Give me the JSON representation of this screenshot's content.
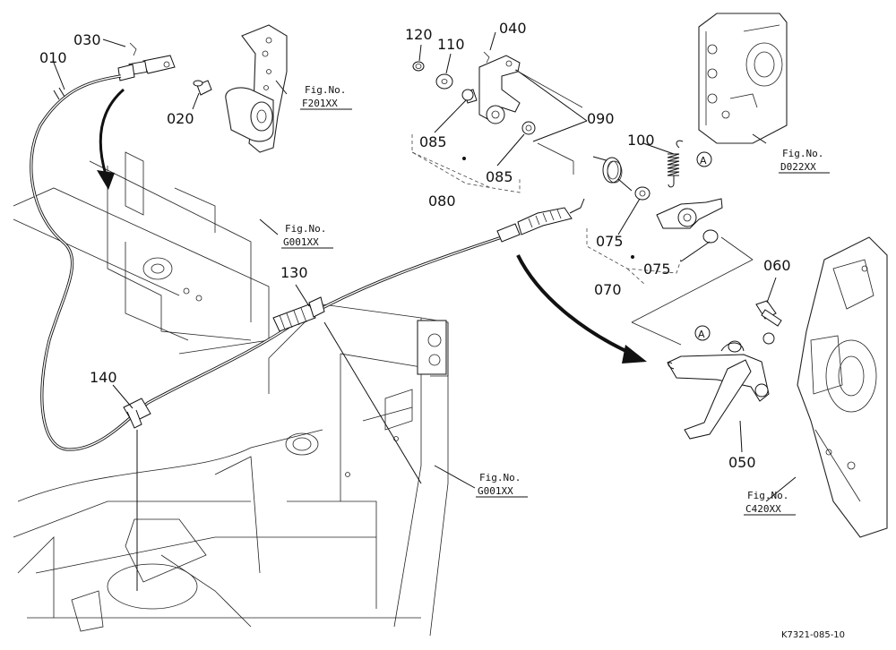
{
  "diagram": {
    "part_numbers": {
      "p010": "010",
      "p020": "020",
      "p030": "030",
      "p040": "040",
      "p050": "050",
      "p060": "060",
      "p070": "070",
      "p075a": "075",
      "p075b": "075",
      "p080": "080",
      "p085a": "085",
      "p085b": "085",
      "p090": "090",
      "p100": "100",
      "p110": "110",
      "p120": "120",
      "p130": "130",
      "p140": "140"
    },
    "figure_refs": {
      "f201": [
        "Fig.No.",
        "F201XX"
      ],
      "g001_top": [
        "Fig.No.",
        "G001XX"
      ],
      "g001_bottom": [
        "Fig.No.",
        "G001XX"
      ],
      "d022": [
        "Fig.No.",
        "D022XX"
      ],
      "c420": [
        "Fig.No.",
        "C420XX"
      ]
    },
    "circle_marker": "A",
    "drawing_code": "K7321-085-10"
  }
}
